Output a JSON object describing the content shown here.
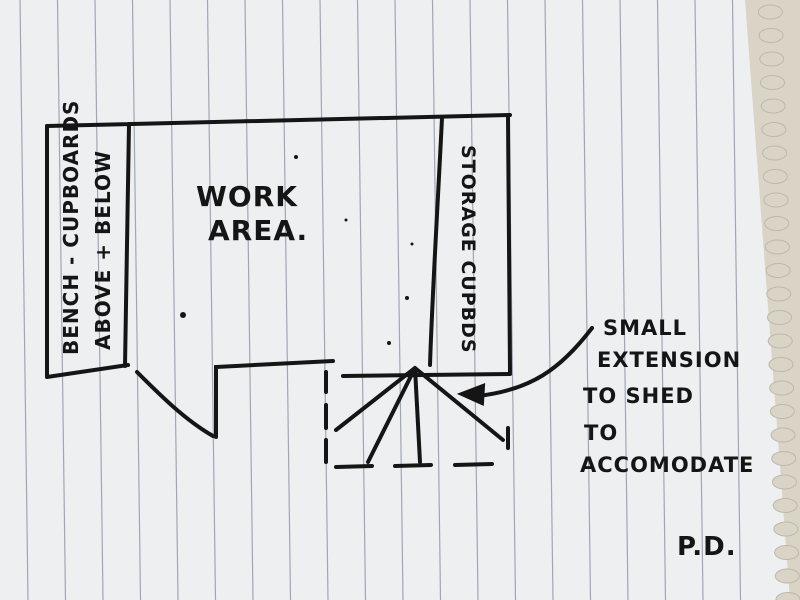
{
  "sketch": {
    "bench_label_line1": "BENCH - CUPBOARDS",
    "bench_label_line2": "ABOVE + BELOW",
    "work_area_line1": "WORK",
    "work_area_line2": "AREA.",
    "storage_label": "STORAGE CUPBDS",
    "note_lines": [
      "SMALL",
      "EXTENSION",
      "TO SHED",
      "TO",
      "ACCOMODATE"
    ],
    "initials": "P.D."
  },
  "colors": {
    "paper": "#eeeff0",
    "rule_line": "#9fa6b5",
    "ink": "#151515",
    "background": "#d9d4c6"
  }
}
